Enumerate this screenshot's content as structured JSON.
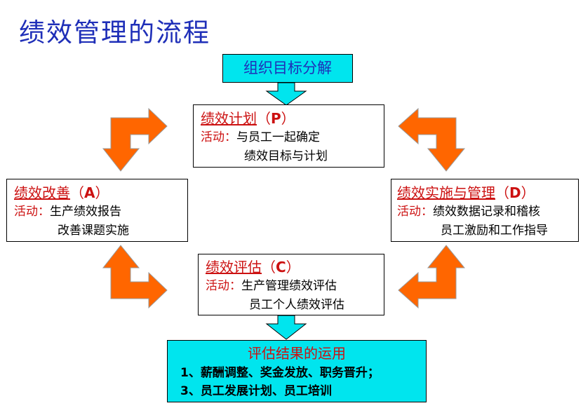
{
  "title": "绩效管理的流程",
  "top_box": "组织目标分解",
  "plan": {
    "name": "绩效计划",
    "code": "P",
    "activity_label": "活动：",
    "lines": [
      "与员工一起确定",
      "绩效目标与计划"
    ]
  },
  "improve": {
    "name": "绩效改善",
    "code": "A",
    "activity_label": "活动：",
    "lines": [
      "生产绩效报告",
      "改善课题实施"
    ]
  },
  "implement": {
    "name": "绩效实施与管理",
    "code": "D",
    "activity_label": "活动：",
    "lines": [
      "绩效数据记录和稽核",
      "员工激励和工作指导"
    ]
  },
  "evaluate": {
    "name": "绩效评估",
    "code": "C",
    "activity_label": "活动：",
    "lines": [
      "生产管理绩效评估",
      "员工个人绩效评估"
    ]
  },
  "result": {
    "title": "评估结果的运用",
    "items": [
      "1、薪酬调整、奖金发放、职务晋升；",
      "3、员工发展计划、员工培训"
    ]
  },
  "colors": {
    "title": "#1f2fb8",
    "cyan": "#00e5ee",
    "orange": "#ff6600",
    "red": "#cc1111"
  }
}
